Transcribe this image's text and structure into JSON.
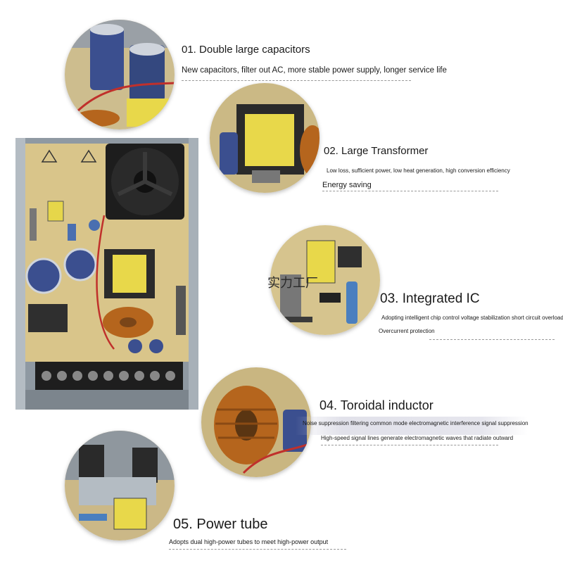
{
  "features": [
    {
      "title": "01. Double large capacitors",
      "desc_lines": [
        "New capacitors, filter out AC, more stable power supply, longer service life"
      ]
    },
    {
      "title": "02. Large Transformer",
      "desc_lines": [
        "Low loss, sufficient power, low heat generation, high conversion efficiency",
        "Energy saving"
      ]
    },
    {
      "title": "03. Integrated IC",
      "desc_lines": [
        "Adopting intelligent chip control voltage stabilization short circuit overload",
        "Overcurrent protection"
      ]
    },
    {
      "title": "04. Toroidal inductor",
      "desc_lines": [
        "Noise suppression filtering common mode electromagnetic interference signal suppression",
        "High-speed signal lines generate electromagnetic waves that radiate outward"
      ]
    },
    {
      "title": "05. Power tube",
      "desc_lines": [
        "Adopts dual high-power tubes to meet high-power output"
      ]
    }
  ],
  "watermark": "实力工厂",
  "colors": {
    "pcb": "#d9c58a",
    "aluminum": "#9aa3ab",
    "terminal": "#1e1e1e",
    "copper": "#b5651d",
    "capacitor": "#3b4f8f",
    "transformer": "#e8d84a"
  }
}
